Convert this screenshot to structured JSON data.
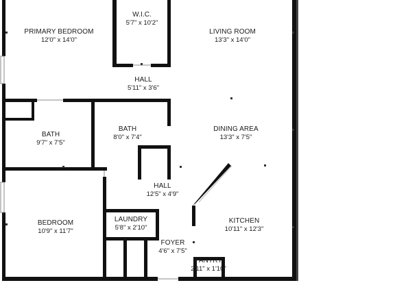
{
  "rooms": {
    "primary_bedroom": {
      "name": "PRIMARY BEDROOM",
      "dims": "12'0\" x 14'0\""
    },
    "wic": {
      "name": "W.I.C.",
      "dims": "5'7\" x 10'2\""
    },
    "living_room": {
      "name": "LIVING ROOM",
      "dims": "13'3\" x 14'0\""
    },
    "hall_upper": {
      "name": "HALL",
      "dims": "5'11\" x 3'6\""
    },
    "bath_left": {
      "name": "BATH",
      "dims": "9'7\" x 7'5\""
    },
    "bath_center": {
      "name": "BATH",
      "dims": "8'0\" x 7'4\""
    },
    "dining_area": {
      "name": "DINING AREA",
      "dims": "13'3\" x 7'5\""
    },
    "hall_lower": {
      "name": "HALL",
      "dims": "12'5\" x 4'9\""
    },
    "bedroom": {
      "name": "BEDROOM",
      "dims": "10'9\" x 11'7\""
    },
    "laundry": {
      "name": "LAUNDRY",
      "dims": "5'8\" x 2'10\""
    },
    "kitchen": {
      "name": "KITCHEN",
      "dims": "10'11\" x 12'3\""
    },
    "foyer": {
      "name": "FOYER",
      "dims": "4'6\" x 7'5\""
    },
    "pantry": {
      "name": "PANTRY",
      "dims": "2'11\" x 1'10\""
    }
  }
}
